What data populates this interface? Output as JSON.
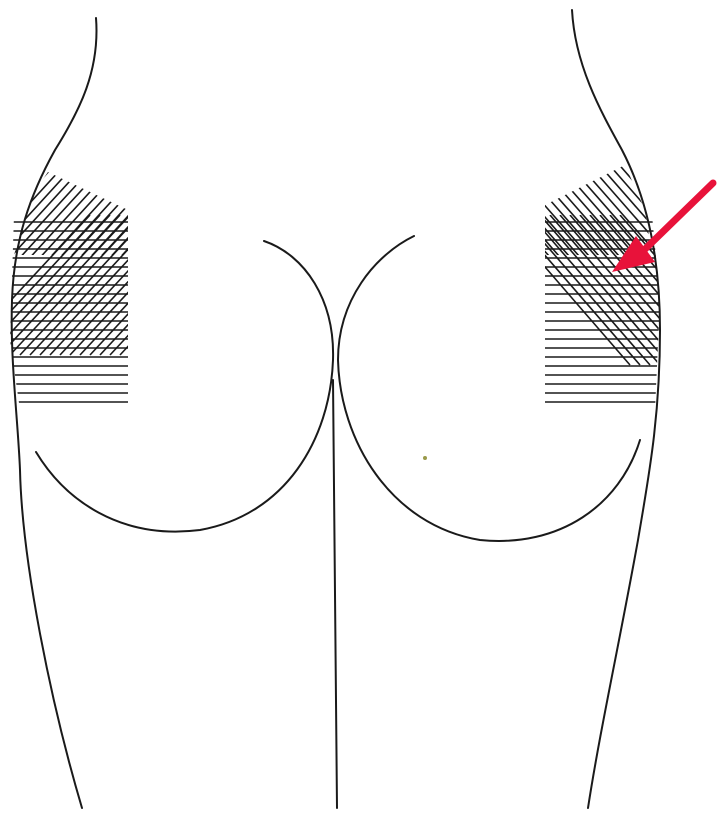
{
  "figure": {
    "description_icon": "buttocks-back-view-outline",
    "hatch_pattern": "diagonal-and-horizontal-lines",
    "arrow_icon": "pointer-arrow",
    "colors": {
      "line": "#1a1a1a",
      "arrow": "#e8123a",
      "background": "#ffffff"
    }
  }
}
